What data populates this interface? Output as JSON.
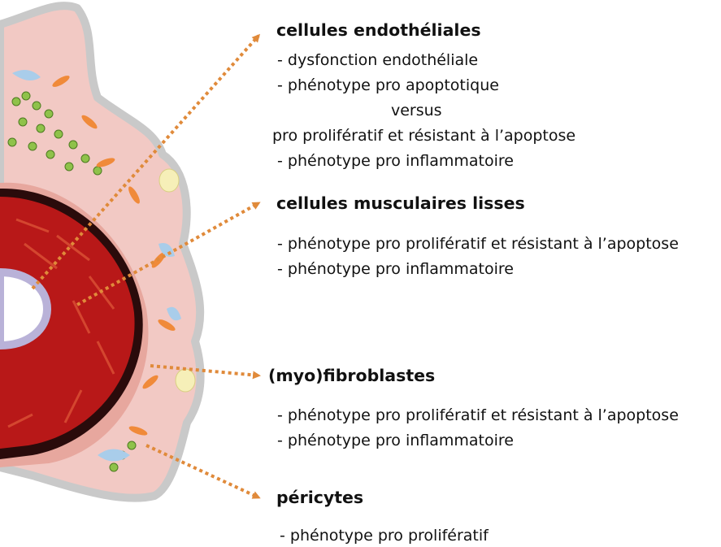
{
  "colors": {
    "arrow": "#e08a3a",
    "vessel_wall": "#b81818",
    "adventitia": "#f2c9c4",
    "outer_border": "#c9c9c9"
  },
  "icons": [
    "artery-cross-section-illustration"
  ],
  "groups": [
    {
      "title": "cellules endothéliales",
      "lines": [
        "- dysfonction endothéliale",
        "- phénotype pro apoptotique",
        "versus",
        "pro prolifératif et résistant à l’apoptose",
        "- phénotype pro inflammatoire"
      ]
    },
    {
      "title": "cellules musculaires lisses",
      "lines": [
        "- phénotype pro prolifératif et résistant à l’apoptose",
        "- phénotype pro inflammatoire"
      ]
    },
    {
      "title": "(myo)fibroblastes",
      "lines": [
        "- phénotype pro prolifératif et résistant à l’apoptose",
        "- phénotype pro inflammatoire"
      ]
    },
    {
      "title": "péricytes",
      "lines": [
        "- phénotype pro prolifératif"
      ]
    }
  ]
}
